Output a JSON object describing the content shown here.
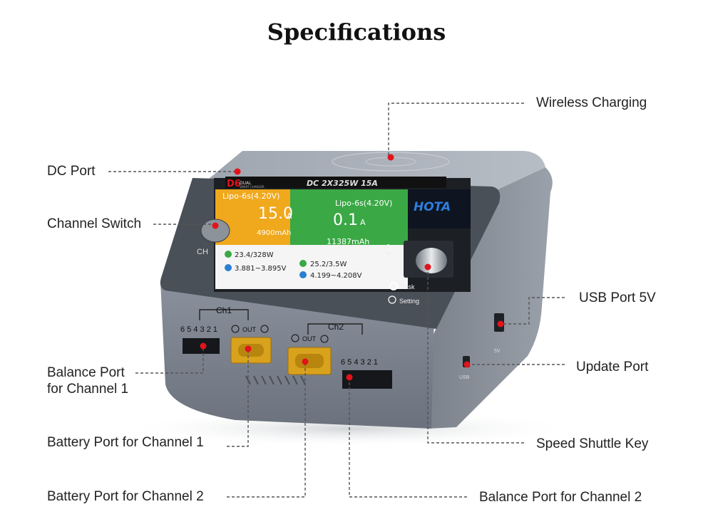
{
  "title": "Specifications",
  "labels": {
    "wireless_charging": "Wireless Charging",
    "dc_port": "DC Port",
    "channel_switch": "Channel Switch",
    "usb_port": "USB Port 5V",
    "update_port": "Update Port",
    "balance_port_ch1_line1": "Balance Port",
    "balance_port_ch1_line2": "for Channel 1",
    "battery_port_ch1": "Battery Port for Channel 1",
    "speed_shuttle_key": "Speed Shuttle Key",
    "battery_port_ch2": "Battery Port for Channel 2",
    "balance_port_ch2": "Balance Port for Channel 2"
  },
  "device": {
    "model": "D6",
    "model_suffix": "DUAL",
    "model_sub": "SMART CHARGER",
    "top_caption": "DC 2X325W 15A",
    "brand": "HOTA",
    "ch_button": "CH",
    "task": "Task",
    "setting": "Setting",
    "ch1_label": "Ch1",
    "ch2_label": "Ch2",
    "out": "OUT",
    "balance_pins": "6 5 4 3 2 1",
    "usb_mark": "USB",
    "usb5v_mark": "5V",
    "channel1": {
      "battery": "Lipo-6s(4.20V)",
      "current": "15.0",
      "current_unit": "A",
      "capacity": "4900mAh",
      "power": "23.4/328W",
      "voltage": "3.881~3.895V",
      "color": "#f0a81c"
    },
    "channel2": {
      "battery": "Lipo-6s(4.20V)",
      "current": "0.1",
      "current_unit": "A",
      "capacity": "11387mAh",
      "power": "25.2/3.5W",
      "voltage": "4.199~4.208V",
      "color": "#3aa845"
    },
    "accent": "#e3121b"
  }
}
